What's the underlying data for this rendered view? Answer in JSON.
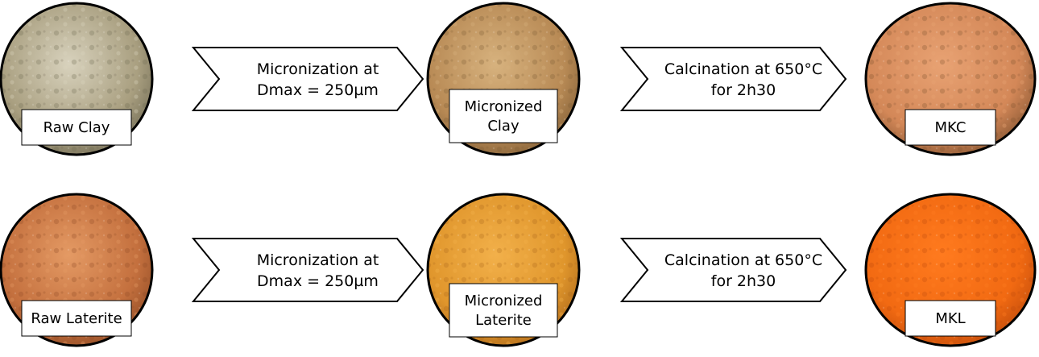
{
  "rows": [
    {
      "id": "clay",
      "stages": [
        {
          "label_lines": [
            "Raw Clay"
          ],
          "palette": [
            "#d8d2bd",
            "#a99f80",
            "#6b6650"
          ]
        },
        {
          "label_lines": [
            "Micronized",
            "Clay"
          ],
          "palette": [
            "#d7b27e",
            "#b88a55",
            "#7b5a33"
          ]
        },
        {
          "label_lines": [
            "MKC"
          ],
          "palette": [
            "#e8a273",
            "#d48858",
            "#7a4e2c"
          ]
        }
      ],
      "arrows": [
        {
          "lines": [
            "Micronization at",
            "Dmax = 250µm"
          ]
        },
        {
          "lines": [
            "Calcination at 650°C",
            "for 2h30"
          ]
        }
      ]
    },
    {
      "id": "laterite",
      "stages": [
        {
          "label_lines": [
            "Raw Laterite"
          ],
          "palette": [
            "#e49a64",
            "#c4703e",
            "#8a4722"
          ]
        },
        {
          "label_lines": [
            "Micronized",
            "Laterite"
          ],
          "palette": [
            "#f2b04a",
            "#e0962c",
            "#a86418"
          ]
        },
        {
          "label_lines": [
            "MKL"
          ],
          "palette": [
            "#ff7a1e",
            "#f26a12",
            "#b9470a"
          ]
        }
      ],
      "arrows": [
        {
          "lines": [
            "Micronization at",
            "Dmax = 250µm"
          ]
        },
        {
          "lines": [
            "Calcination at 650°C",
            "for 2h30"
          ]
        }
      ]
    }
  ]
}
